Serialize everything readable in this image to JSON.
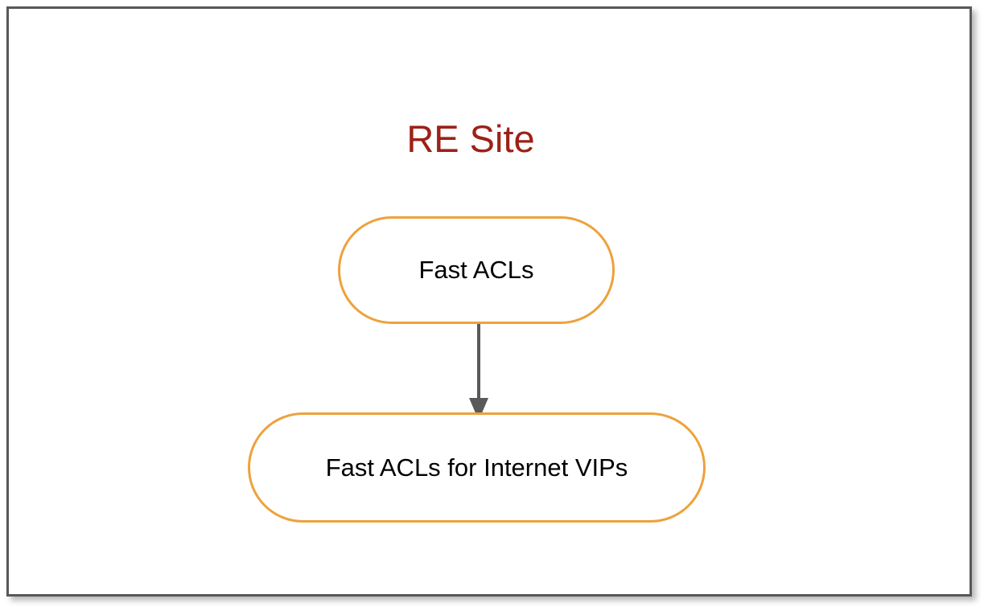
{
  "slide": {
    "title": "RE Site",
    "title_color": "#9c2118",
    "background_color": "#ffffff",
    "frame_border_color": "#58585a"
  },
  "diagram": {
    "type": "flowchart",
    "orientation": "vertical",
    "node_border_color": "#eda23c",
    "node_fill_color": "#ffffff",
    "node_text_color": "#000000",
    "connector_color": "#59595b",
    "nodes": [
      {
        "id": "fast-acls",
        "label": "Fast ACLs",
        "shape": "rounded-pill"
      },
      {
        "id": "fast-acls-for-internet-vips",
        "label": "Fast ACLs for Internet VIPs",
        "shape": "rounded-pill"
      }
    ],
    "edges": [
      {
        "from": "fast-acls",
        "to": "fast-acls-for-internet-vips",
        "style": "solid",
        "arrowhead": "filled-triangle",
        "direction": "down"
      }
    ]
  }
}
